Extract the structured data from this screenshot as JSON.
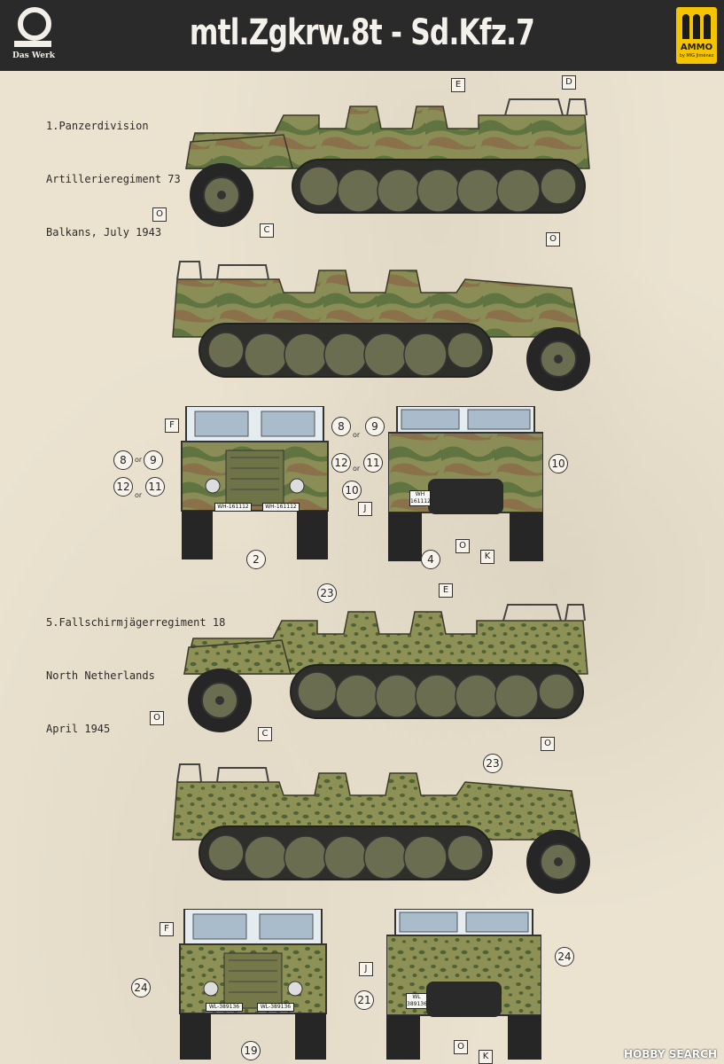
{
  "header": {
    "title": "mtl.Zgkrw.8t - Sd.Kfz.7",
    "left_brand": "Das Werk",
    "right_brand": "AMMO",
    "right_brand_sub": "by MIG Jiménez"
  },
  "scheme1": {
    "caption": [
      "1.Panzerdivision",
      "Artillerieregiment 73",
      "Balkans, July 1943"
    ],
    "colors": {
      "base": "#8a8d55",
      "green": "#5f7440",
      "brown": "#8a6a48"
    }
  },
  "scheme2": {
    "caption": [
      "5.Fallschirmjägerregiment 18",
      "North Netherlands",
      "April 1945"
    ],
    "colors": {
      "base": "#8e9155",
      "spot": "#4f6236"
    }
  },
  "labels": {
    "E": "E",
    "D": "D",
    "O": "O",
    "C": "C",
    "F": "F",
    "J": "J",
    "K": "K",
    "n2": "2",
    "n4": "4",
    "n8": "8",
    "n9": "9",
    "n10": "10",
    "n11": "11",
    "n12": "12",
    "n19": "19",
    "n21": "21",
    "n23": "23",
    "n24": "24",
    "or": "or"
  },
  "plates": {
    "wh": "WH-161112",
    "wh_rear_1": "WH",
    "wh_rear_2": "161112",
    "wl": "WL-389136",
    "wl_rear_1": "WL",
    "wl_rear_2": "389136"
  },
  "watermark": "HOBBY SEARCH"
}
